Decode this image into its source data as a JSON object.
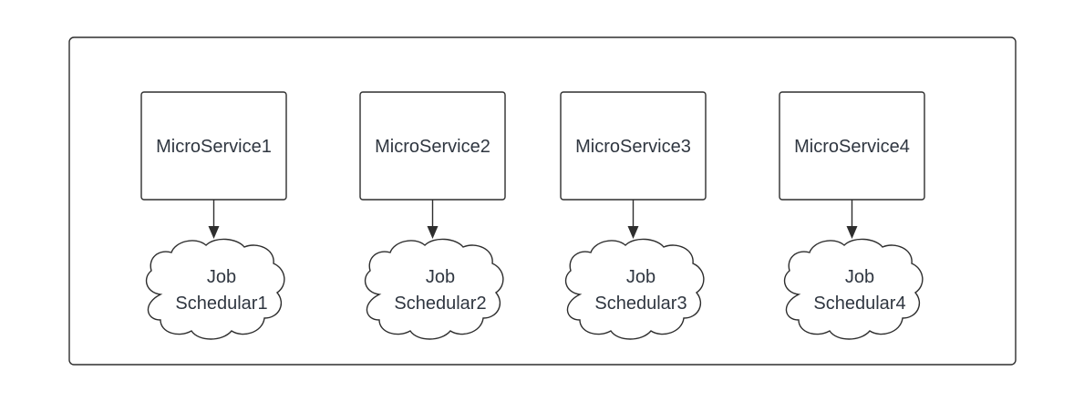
{
  "diagram": {
    "services": [
      {
        "label": "MicroService1"
      },
      {
        "label": "MicroService2"
      },
      {
        "label": "MicroService3"
      },
      {
        "label": "MicroService4"
      }
    ],
    "schedulers": [
      {
        "line1": "Job",
        "line2": "Schedular1"
      },
      {
        "line1": "Job",
        "line2": "Schedular2"
      },
      {
        "line1": "Job",
        "line2": "Schedular3"
      },
      {
        "line1": "Job",
        "line2": "Schedular4"
      }
    ],
    "edges": [
      {
        "from": "MicroService1",
        "to": "Job Schedular1"
      },
      {
        "from": "MicroService2",
        "to": "Job Schedular2"
      },
      {
        "from": "MicroService3",
        "to": "Job Schedular3"
      },
      {
        "from": "MicroService4",
        "to": "Job Schedular4"
      }
    ],
    "colors": {
      "stroke": "#2e2e2e",
      "text": "#2f3640",
      "fill": "#ffffff"
    }
  }
}
